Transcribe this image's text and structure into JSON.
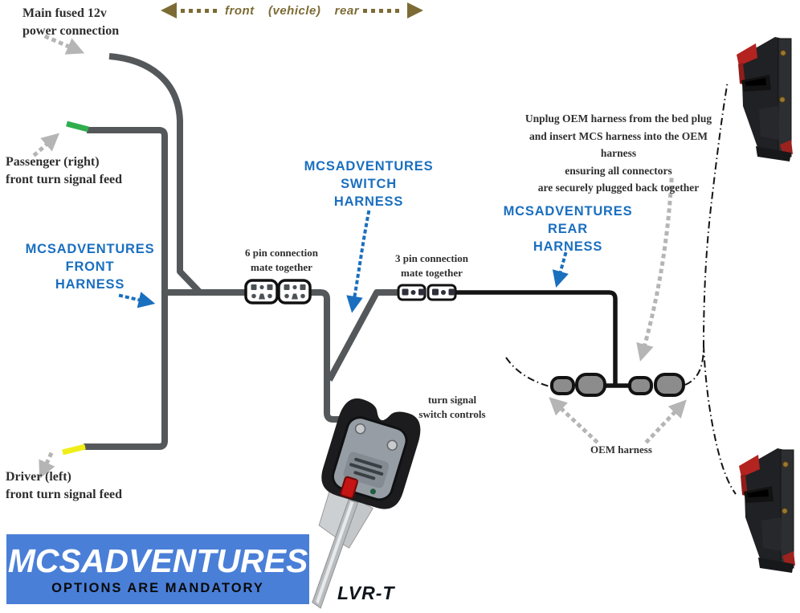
{
  "direction_indicator": {
    "text": "front  (vehicle)  rear",
    "color": "#7d6b35"
  },
  "labels": {
    "main_power": {
      "line1": "Main fused 12v",
      "line2": "power connection"
    },
    "passenger": {
      "line1": "Passenger (right)",
      "line2": "front turn signal feed"
    },
    "driver": {
      "line1": "Driver (left)",
      "line2": "front turn signal feed"
    },
    "front_harness": {
      "line1": "MCSADVENTURES",
      "line2": "FRONT",
      "line3": "HARNESS"
    },
    "switch_harness": {
      "line1": "MCSADVENTURES",
      "line2": "SWITCH",
      "line3": "HARNESS"
    },
    "rear_harness": {
      "line1": "MCSADVENTURES",
      "line2": "REAR",
      "line3": "HARNESS"
    },
    "six_pin": {
      "line1": "6 pin connection",
      "line2": "mate together"
    },
    "three_pin": {
      "line1": "3 pin connection",
      "line2": "mate together"
    },
    "oem_note": {
      "line1": "Unplug OEM harness from the bed plug",
      "line2": "and insert MCS harness into the OEM harness",
      "line3": "ensuring all connectors",
      "line4": "are securely plugged back together"
    },
    "switch_controls": {
      "line1": "turn signal",
      "line2": "switch controls"
    },
    "oem_harness": "OEM harness",
    "product_code": "LVR-T"
  },
  "banner": {
    "title": "MCSADVENTURES",
    "subtitle": "OPTIONS ARE MANDATORY",
    "bg": "#4a7fd8"
  },
  "colors": {
    "accent_blue": "#1a6fbf",
    "olive": "#7d6b35",
    "wire_gray": "#55585a",
    "rear_wire_black": "#141414",
    "gray_arrow": "#b5b5b5",
    "green_tip": "#2fae4e",
    "yellow_tip": "#f0ee18",
    "banner_blue": "#4a7fd8"
  }
}
